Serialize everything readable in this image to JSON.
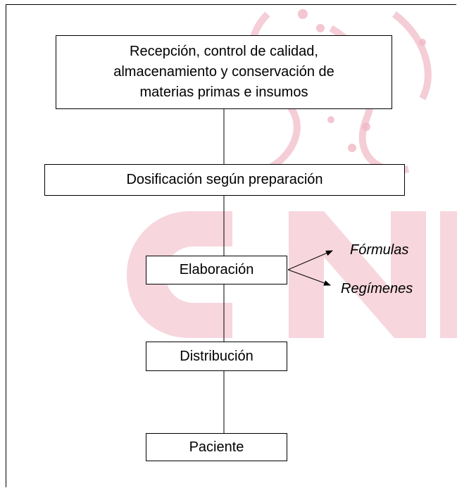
{
  "flow": {
    "step1": {
      "lines": [
        "Recepción, control de calidad,",
        "almacenamiento y conservación de",
        "materias primas e insumos"
      ]
    },
    "step2": {
      "label": "Dosificación según preparación"
    },
    "step3": {
      "label": "Elaboración"
    },
    "step4": {
      "label": "Distribución"
    },
    "step5": {
      "label": "Paciente"
    }
  },
  "outputs": {
    "formulas": "Fórmulas",
    "regimenes": "Regímenes"
  },
  "watermark": {
    "color": "#f4c6d0",
    "accent": "#e8a3b4"
  }
}
